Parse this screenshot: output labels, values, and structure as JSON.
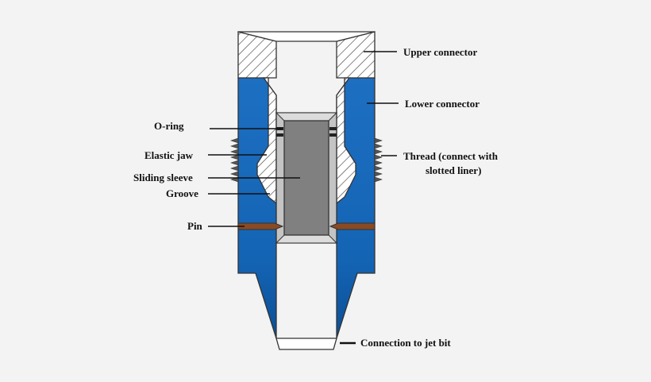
{
  "diagram": {
    "colors": {
      "background": "#f3f3f3",
      "upper_connector_hatch": "#ffffff",
      "lower_connector": "#1464b4",
      "lower_connector_dark": "#0b4f96",
      "sleeve_body": "#808080",
      "sleeve_frame": "#c4c4c4",
      "pin": "#8a4a22",
      "outline": "#333333"
    },
    "labels": {
      "upper_connector": "Upper connector",
      "lower_connector": "Lower connector",
      "o_ring": "O-ring",
      "elastic_jaw": "Elastic jaw",
      "sliding_sleeve": "Sliding sleeve",
      "groove": "Groove",
      "pin": "Pin",
      "thread_line1": "Thread (connect with",
      "thread_line2": "slotted liner)",
      "connection_to_jet_bit": "Connection to jet bit"
    }
  }
}
